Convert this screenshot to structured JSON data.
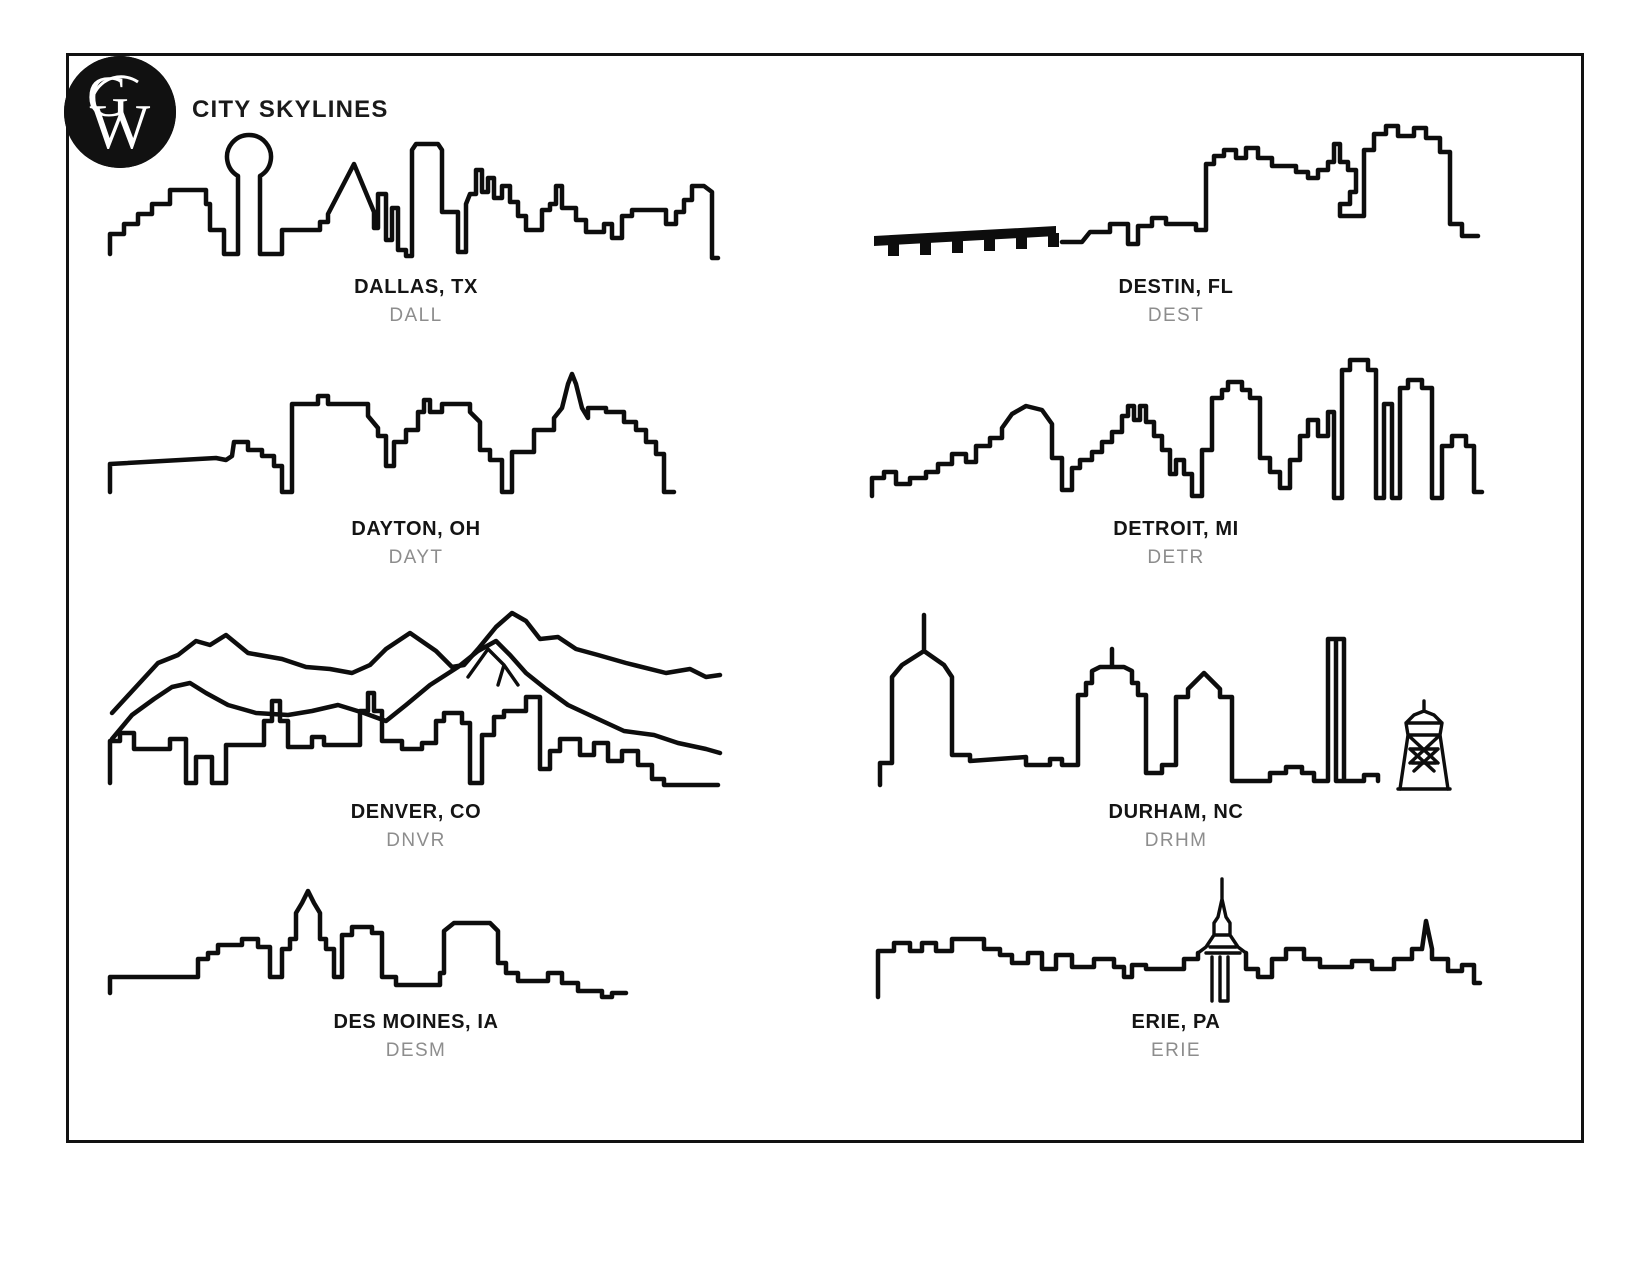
{
  "header": {
    "title": "CITY SKYLINES",
    "logo_monogram": "GW",
    "logo_icon": "gw-monogram-circle-logo"
  },
  "colors": {
    "ink": "#0d0d0d",
    "border": "#111111",
    "caption": "#141414",
    "code": "#8d8d8d",
    "background": "#ffffff"
  },
  "cities": [
    {
      "name": "DALLAS, TX",
      "code": "DALL",
      "icon": "dallas-skyline-icon",
      "position": "row1-left"
    },
    {
      "name": "DESTIN, FL",
      "code": "DEST",
      "icon": "destin-skyline-icon",
      "position": "row1-right"
    },
    {
      "name": "DAYTON, OH",
      "code": "DAYT",
      "icon": "dayton-skyline-icon",
      "position": "row2-left"
    },
    {
      "name": "DETROIT, MI",
      "code": "DETR",
      "icon": "detroit-skyline-icon",
      "position": "row2-right"
    },
    {
      "name": "DENVER, CO",
      "code": "DNVR",
      "icon": "denver-skyline-icon",
      "position": "row3-left"
    },
    {
      "name": "DURHAM, NC",
      "code": "DRHM",
      "icon": "durham-skyline-icon",
      "position": "row3-right"
    },
    {
      "name": "DES MOINES, IA",
      "code": "DESM",
      "icon": "des-moines-skyline-icon",
      "position": "row4-left"
    },
    {
      "name": "ERIE, PA",
      "code": "ERIE",
      "icon": "erie-skyline-icon",
      "position": "row4-right"
    }
  ]
}
